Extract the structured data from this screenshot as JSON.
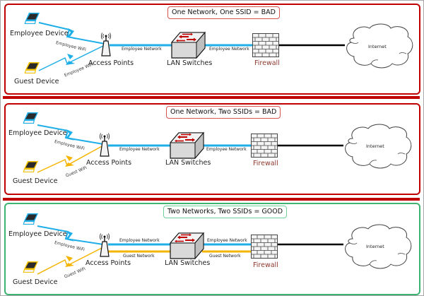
{
  "colors": {
    "bad_border": "#c00000",
    "good_border": "#3cb371",
    "employee_link": "#1eaee8",
    "guest_link": "#f4b400",
    "firewall_label": "#8b3a2f",
    "uplink": "#000000"
  },
  "panels": [
    {
      "title": "One Network, One SSID = BAD",
      "verdict": "bad",
      "employee_device": "Employee Device",
      "guest_device": "Guest Device",
      "employee_wifi": "Employee WiFi",
      "guest_wifi": "Employee WiFi",
      "access_points": "Access Points",
      "lan_switches": "LAN Switches",
      "firewall": "Firewall",
      "internet": "Internet",
      "ap_to_switch_1": "Employee Network",
      "switch_to_fw_1": "Employee Network"
    },
    {
      "title": "One Network, Two SSIDs = BAD",
      "verdict": "bad",
      "employee_device": "Employee Device",
      "guest_device": "Guest Device",
      "employee_wifi": "Employee WiFi",
      "guest_wifi": "Guest WiFi",
      "access_points": "Access Points",
      "lan_switches": "LAN Switches",
      "firewall": "Firewall",
      "internet": "Internet",
      "ap_to_switch_1": "Employee Network",
      "switch_to_fw_1": "Employee Network"
    },
    {
      "title": "Two Networks, Two SSIDs = GOOD",
      "verdict": "good",
      "employee_device": "Employee Device",
      "guest_device": "Guest Device",
      "employee_wifi": "Employee WiFi",
      "guest_wifi": "Guest WiFi",
      "access_points": "Access Points",
      "lan_switches": "LAN Switches",
      "firewall": "Firewall",
      "internet": "Internet",
      "ap_to_switch_1": "Employee Network",
      "ap_to_switch_2": "Guest Network",
      "switch_to_fw_1": "Employee Network",
      "switch_to_fw_2": "Guest Network"
    }
  ]
}
